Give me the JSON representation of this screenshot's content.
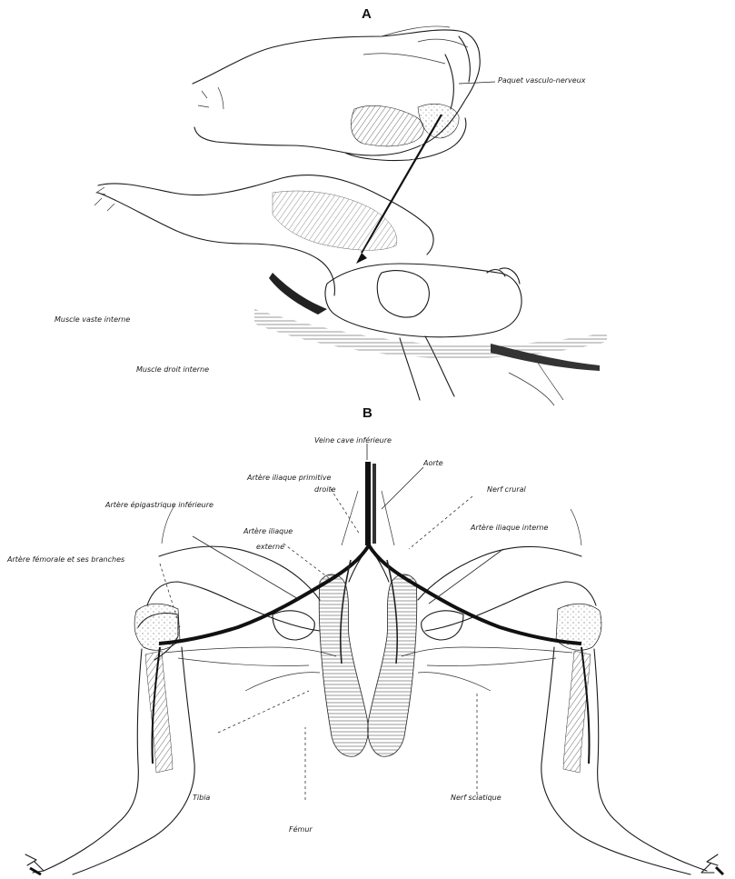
{
  "panels": {
    "a": "A",
    "b": "B"
  },
  "labels_a": {
    "paquet": "Paquet vasculo-nerveux",
    "vaste": "Muscle vaste interne",
    "droit": "Muscle droit interne"
  },
  "labels_b": {
    "veine_cave": "Veine cave inférieure",
    "aorte": "Aorte",
    "iliaque_primitive": "Artère iliaque primitive",
    "droite": "droite",
    "nerf_crural": "Nerf crural",
    "epigastrique": "Artère épigastrique inférieure",
    "iliaque_externe": "Artère iliaque",
    "externe": "externe",
    "iliaque_interne": "Artère iliaque interne",
    "femorale": "Artère fémorale et ses branches",
    "tibia": "Tibia",
    "nerf_sciatique": "Nerf sciatique",
    "femur": "Fémur"
  }
}
